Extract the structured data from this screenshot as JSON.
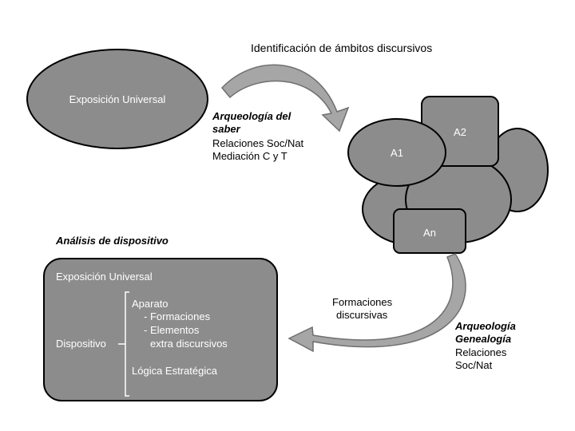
{
  "title": "Identificación de ámbitos discursivos",
  "top_ellipse": {
    "label": "Exposición Universal"
  },
  "clusters": {
    "a1": "A1",
    "a2": "A2",
    "an": "An"
  },
  "arrow1_text": {
    "heading_line1": "Arqueología del",
    "heading_line2": "saber",
    "line1": "Relaciones Soc/Nat",
    "line2": "Mediación C y T"
  },
  "arrow2_center_text": {
    "line1": "Formaciones",
    "line2": "discursivas"
  },
  "arrow2_side_text": {
    "heading_line1": "Arqueología",
    "heading_line2": "Genealogía",
    "line1": "Relaciones",
    "line2": "Soc/Nat"
  },
  "analysis": {
    "title": "Análisis de dispositivo",
    "exposicion": "Exposición Universal",
    "dispositivo": "Dispositivo",
    "aparato": "Aparato",
    "formaciones": "- Formaciones",
    "elementos": "- Elementos",
    "extra": "extra discursivos",
    "logica": "Lógica Estratégica"
  }
}
